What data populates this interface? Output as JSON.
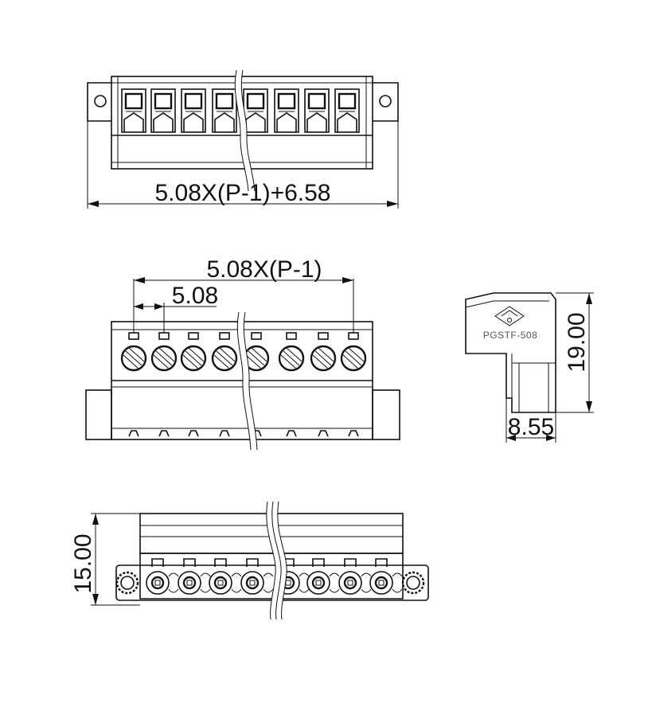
{
  "dimensions": {
    "overall_length": "5.08X(P-1)+6.58",
    "pitch_span": "5.08X(P-1)",
    "pitch": "5.08",
    "side_height": "19.00",
    "side_depth": "8.55",
    "bottom_height": "15.00"
  },
  "side_view": {
    "part_mark": "PGSTF-508"
  },
  "pin_count_shown": 8,
  "colors": {
    "line": "#111111",
    "background": "#ffffff",
    "mark": "#555555"
  }
}
